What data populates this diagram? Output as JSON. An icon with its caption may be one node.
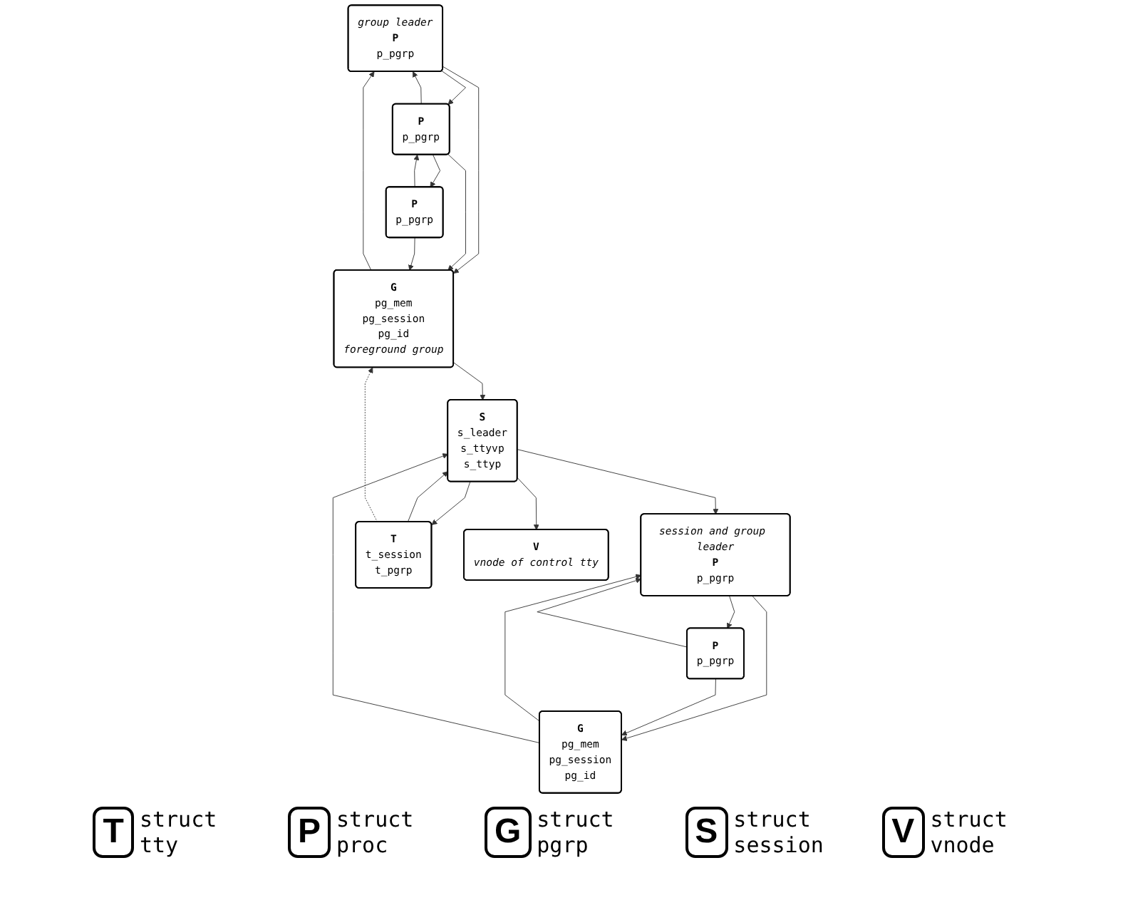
{
  "diagram": {
    "nodes": [
      {
        "text": [
          "group leader",
          "P",
          "p_pgrp"
        ]
      },
      {
        "text": [
          "P",
          "p_pgrp"
        ]
      },
      {
        "text": [
          "P",
          "p_pgrp"
        ]
      },
      {
        "text": [
          "G",
          "pg_mem",
          "pg_session",
          "pg_id",
          "foreground group"
        ]
      },
      {
        "text": [
          "session and group leader",
          "P",
          "p_pgrp"
        ]
      },
      {
        "text": [
          "P",
          "p_pgrp"
        ]
      },
      {
        "text": [
          "G",
          "pg_mem",
          "pg_session",
          "pg_id"
        ]
      },
      {
        "text": [
          "T",
          "t_session",
          "t_pgrp"
        ]
      },
      {
        "text": [
          "S",
          "s_leader",
          "s_ttyvp",
          "s_ttyp"
        ]
      },
      {
        "text": [
          "V",
          "vnode of control tty"
        ]
      }
    ],
    "edges": [
      {
        "from": 0,
        "to": 1,
        "arrow": "to"
      },
      {
        "from": 1,
        "to": 0,
        "arrow": "to"
      },
      {
        "from": 1,
        "to": 2,
        "arrow": "to"
      },
      {
        "from": 2,
        "to": 1,
        "arrow": "to"
      },
      {
        "from": 0,
        "to": 3,
        "arrow": "to"
      },
      {
        "from": 1,
        "to": 3,
        "arrow": "to"
      },
      {
        "from": 2,
        "to": 3,
        "arrow": "to"
      },
      {
        "from": 3,
        "to": 0,
        "arrow": "to"
      },
      {
        "from": 3,
        "to": 8,
        "arrow": "to"
      },
      {
        "from": 4,
        "to": 5,
        "arrow": "to"
      },
      {
        "from": 5,
        "to": 4,
        "arrow": "to"
      },
      {
        "from": 4,
        "to": 6,
        "arrow": "to"
      },
      {
        "from": 5,
        "to": 6,
        "arrow": "to"
      },
      {
        "from": 6,
        "to": 4,
        "arrow": "to"
      },
      {
        "from": 6,
        "to": 8,
        "arrow": "to"
      },
      {
        "from": 7,
        "to": 8,
        "arrow": "to"
      },
      {
        "from": 7,
        "to": 3,
        "arrow": "to",
        "style": "dashed"
      },
      {
        "from": 8,
        "to": 4,
        "arrow": "to"
      },
      {
        "from": 8,
        "to": 9,
        "arrow": "to"
      },
      {
        "from": 8,
        "to": 7,
        "arrow": "to"
      }
    ],
    "labels": [
      "T",
      "P",
      "G",
      "S",
      "V"
    ],
    "legend": [
      {
        "text": "struct tty"
      },
      {
        "text": "struct proc"
      },
      {
        "text": "struct pgrp"
      },
      {
        "text": "struct session"
      },
      {
        "text": "struct vnode"
      }
    ]
  }
}
